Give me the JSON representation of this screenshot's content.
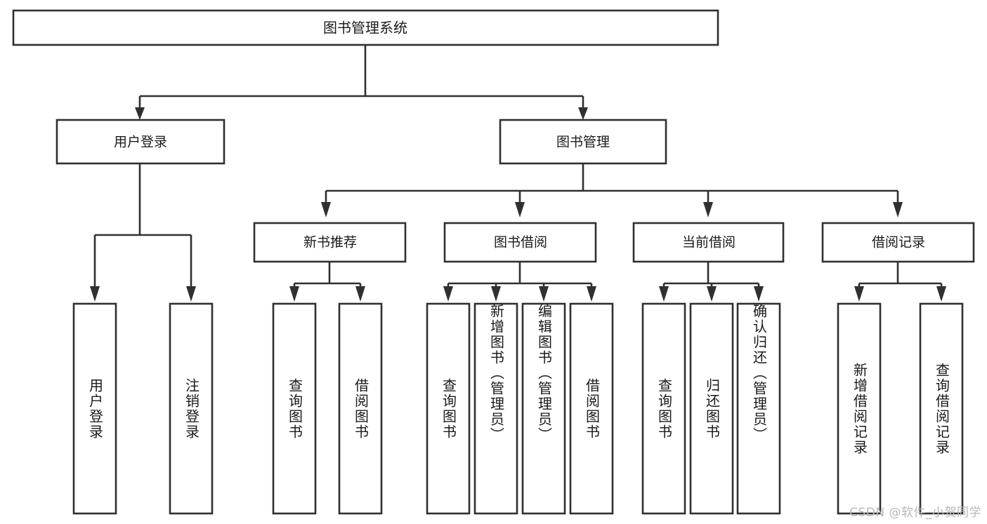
{
  "diagram": {
    "type": "tree",
    "title": "图书管理系统",
    "orientation": "top-down",
    "colors": {
      "box_fill": "#ffffff",
      "box_stroke": "#2f3033",
      "text": "#1a1a1a",
      "watermark": "#b8b8b8",
      "background": "#ffffff"
    },
    "root": {
      "id": "root",
      "label": "图书管理系统"
    },
    "level2": [
      {
        "id": "user-login",
        "label": "用户登录"
      },
      {
        "id": "book-manage",
        "label": "图书管理"
      }
    ],
    "level3": [
      {
        "id": "new-book-recommend",
        "label": "新书推荐"
      },
      {
        "id": "book-borrow",
        "label": "图书借阅"
      },
      {
        "id": "current-borrow",
        "label": "当前借阅"
      },
      {
        "id": "borrow-record",
        "label": "借阅记录"
      }
    ],
    "leaves": [
      {
        "id": "leaf-user-login",
        "parent": "user-login",
        "label": "用户登录"
      },
      {
        "id": "leaf-user-logout",
        "parent": "user-login",
        "label": "注销登录"
      },
      {
        "id": "leaf-query-book-1",
        "parent": "new-book-recommend",
        "label": "查询图书"
      },
      {
        "id": "leaf-borrow-book-1",
        "parent": "new-book-recommend",
        "label": "借阅图书"
      },
      {
        "id": "leaf-query-book-2",
        "parent": "book-borrow",
        "label": "查询图书"
      },
      {
        "id": "leaf-add-book",
        "parent": "book-borrow",
        "label": "新增图书（管理员）"
      },
      {
        "id": "leaf-edit-book",
        "parent": "book-borrow",
        "label": "编辑图书（管理员）"
      },
      {
        "id": "leaf-borrow-book-2",
        "parent": "book-borrow",
        "label": "借阅图书"
      },
      {
        "id": "leaf-query-book-3",
        "parent": "current-borrow",
        "label": "查询图书"
      },
      {
        "id": "leaf-return-book",
        "parent": "current-borrow",
        "label": "归还图书"
      },
      {
        "id": "leaf-confirm-return",
        "parent": "current-borrow",
        "label": "确认归还（管理员）"
      },
      {
        "id": "leaf-add-record",
        "parent": "borrow-record",
        "label": "新增借阅记录"
      },
      {
        "id": "leaf-query-record",
        "parent": "borrow-record",
        "label": "查询借阅记录"
      }
    ]
  },
  "watermark": {
    "text": "CSDN @软件_小贺同学"
  }
}
